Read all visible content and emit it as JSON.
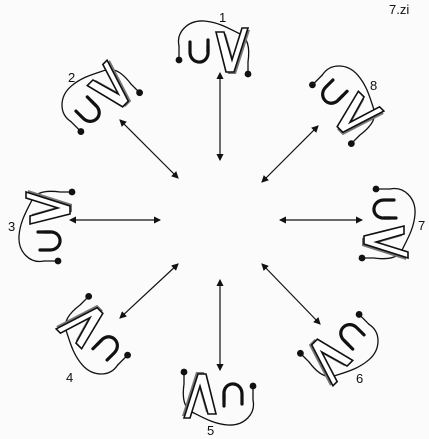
{
  "figure": {
    "corner_label": "7.zi",
    "motif_labels": [
      "1",
      "2",
      "3",
      "4",
      "5",
      "6",
      "7",
      "8"
    ]
  }
}
